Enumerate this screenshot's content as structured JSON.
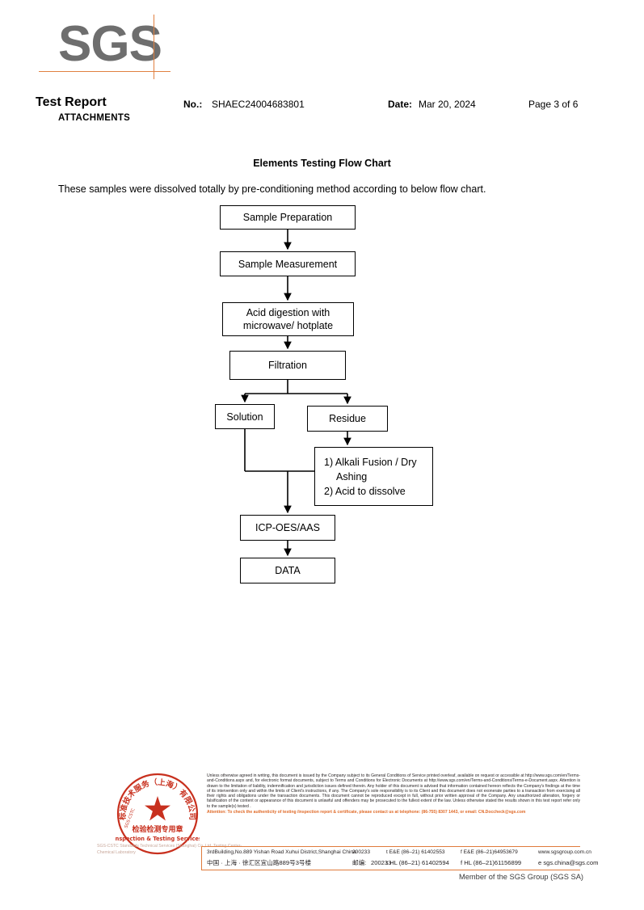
{
  "logo": {
    "text": "SGS",
    "rule_color": "#e08040",
    "text_color": "#6e6e6e"
  },
  "header": {
    "title": "Test Report",
    "subtitle": "ATTACHMENTS",
    "no_label": "No.:",
    "no_value": "SHAEC24004683801",
    "date_label": "Date:",
    "date_value": "Mar 20, 2024",
    "page": "Page 3 of 6"
  },
  "body": {
    "section_title": "Elements Testing Flow Chart",
    "intro": "These samples were dissolved totally by pre-conditioning method according to below flow chart."
  },
  "flowchart": {
    "boxes": {
      "sample_preparation": "Sample Preparation",
      "sample_measurement": "Sample Measurement",
      "acid_digestion_line1": "Acid digestion with",
      "acid_digestion_line2": "microwave/ hotplate",
      "filtration": "Filtration",
      "solution": "Solution",
      "residue": "Residue",
      "alkali_line1": "1) Alkali Fusion / Dry",
      "alkali_line2": "Ashing",
      "alkali_line3": "2) Acid to dissolve",
      "icp": "ICP-OES/AAS",
      "data": "DATA"
    }
  },
  "stamp": {
    "chinese_outer": "标准技术服务（上海）有限公司",
    "chinese_center": "检验检测专用章",
    "english": "Inspection & Testing Services",
    "left_side": "SGS-CSTC",
    "faint_line1": "SGS-CSTC Standards Technical Services (Shanghai) Co.,Ltd.",
    "faint_line2": "Testing Center-Chemical Laboratory",
    "color": "#c8301e"
  },
  "footer": {
    "legal": "Unless otherwise agreed in writing, this document is issued by the Company subject to its General Conditions of Service printed overleaf, available on request or accessible at http://www.sgs.com/en/Terms-and-Conditions.aspx and, for electronic format documents, subject to Terms and Conditions for Electronic Documents at http://www.sgs.com/en/Terms-and-Conditions/Terms-e-Document.aspx. Attention is drawn to the limitation of liability, indemnification and jurisdiction issues defined therein. Any holder of this document is advised that information contained hereon reflects the Company's findings at the time of its intervention only and within the limits of Client's instructions, if any. The Company's sole responsibility is to its Client and this document does not exonerate parties to a transaction from exercising all their rights and obligations under the transaction documents. This document cannot be reproduced except in full, without prior written approval of the Company. Any unauthorized alteration, forgery or falsification of the content or appearance of this document is unlawful and offenders may be prosecuted to the fullest extent of the law. Unless otherwise stated the results shown in this test report refer only to the sample(s) tested .",
    "attention": "Attention: To check the authenticity of testing /inspection report & certificate, please contact us at telephone: (86-755) 8307 1443, or email: CN.Doccheck@sgs.com",
    "attention_color": "#e06a28",
    "address_en": "3rdBuilding,No.889 Yishan Road Xuhui District,Shanghai China",
    "address_en_zip": "200233",
    "address_cn": "中国 · 上海 · 徐汇区宜山路889号3号楼",
    "address_cn_zip_label": "邮编:",
    "address_cn_zip": "200233",
    "tel_ee": "t E&E (86–21) 61402553",
    "fax_ee": "f E&E (86–21)64953679",
    "tel_hl": "t HL (86–21) 61402594",
    "fax_hl": "f HL (86–21)61156899",
    "website": "www.sgsgroup.com.cn",
    "email": "e  sgs.china@sgs.com",
    "member": "Member of the SGS Group (SGS SA)",
    "rule_color": "#e07b3c"
  }
}
